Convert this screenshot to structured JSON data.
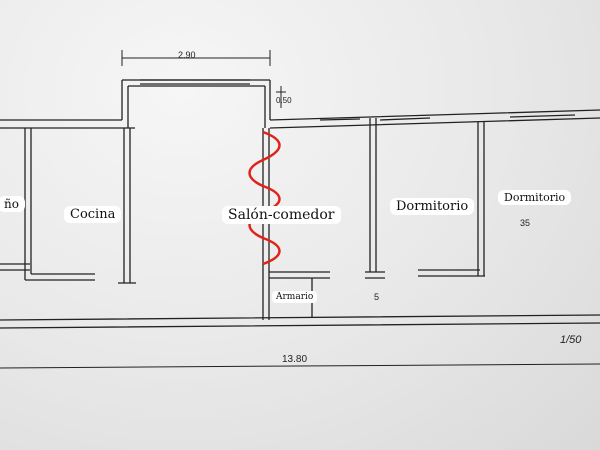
{
  "plan": {
    "rooms": {
      "bano_partial": "ño",
      "cocina": "Cocina",
      "salon_comedor": "Salón-comedor",
      "dormitorio_1": "Dormitorio",
      "dormitorio_2": "Dormitorio",
      "armario": "Armario"
    },
    "dimensions": {
      "width_window": "2.90",
      "wall_offset": "0.50",
      "total_length": "13.80",
      "scale": "1/50",
      "note_35": "35",
      "note_5": "5"
    },
    "colors": {
      "wall": "#222222",
      "annotation": "#e0221b",
      "paper": "#e9e9e9"
    }
  }
}
